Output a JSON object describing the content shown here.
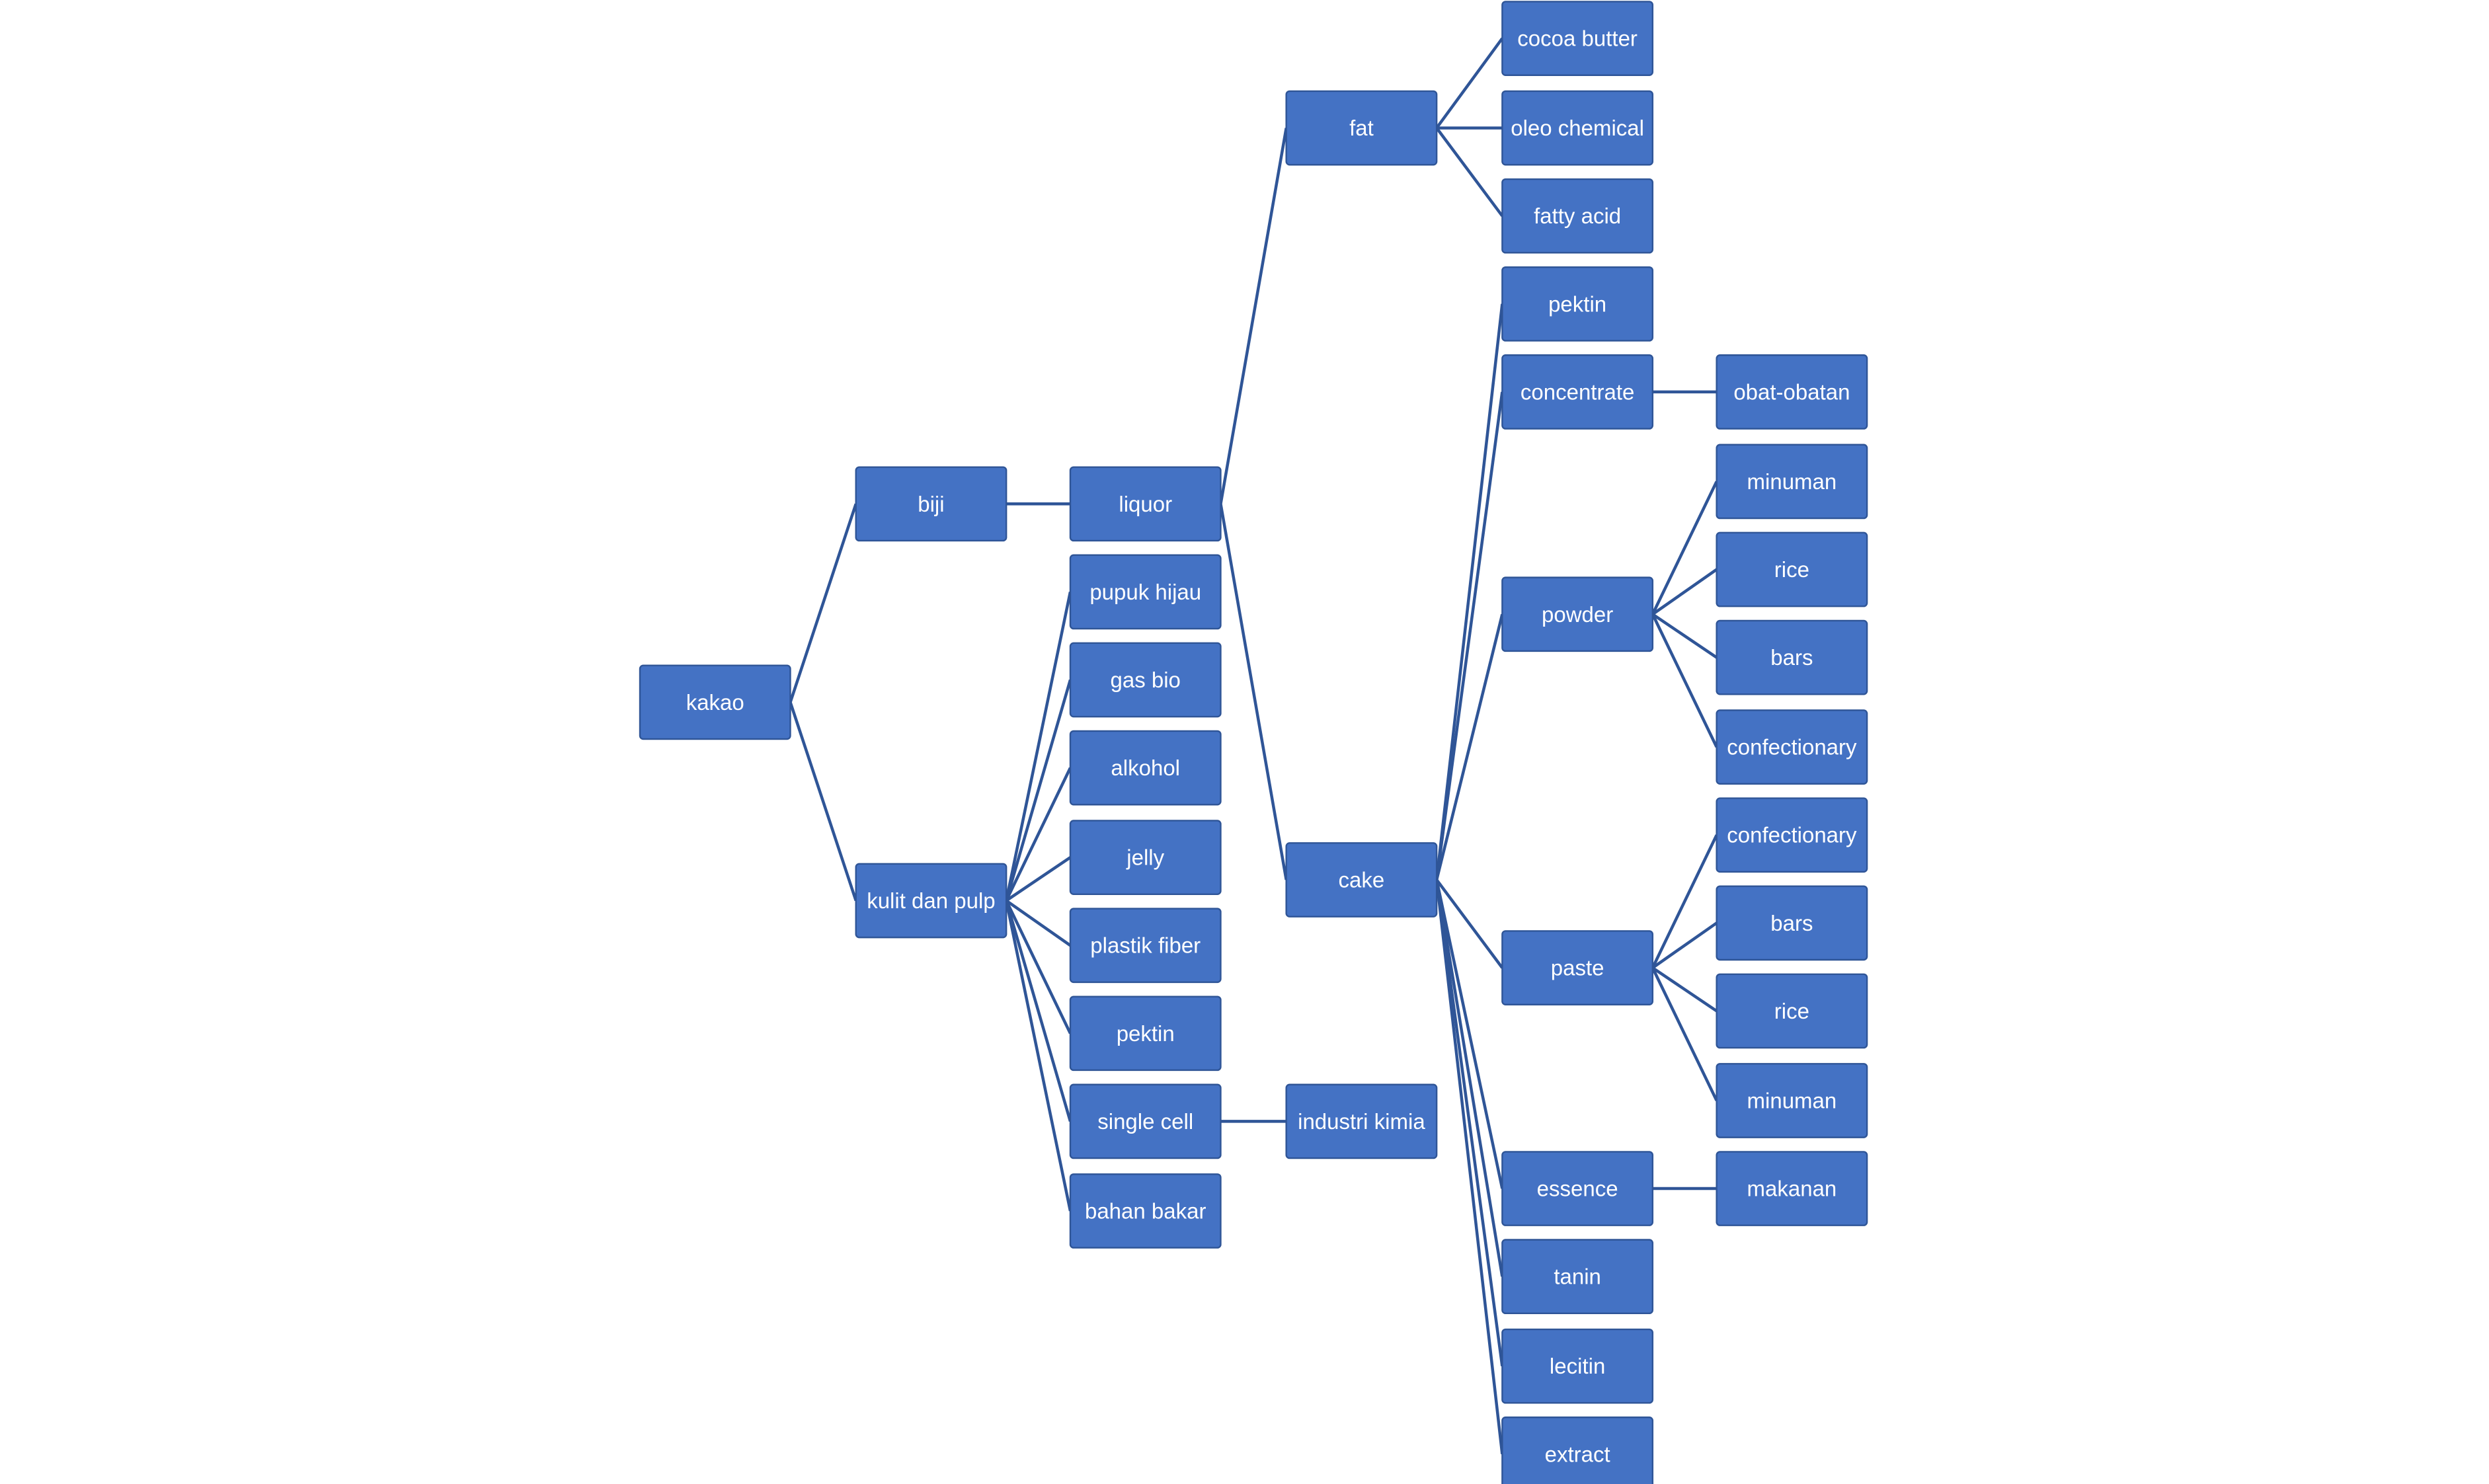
{
  "colors": {
    "node_fill": "#4472C4",
    "node_border": "#2F5597",
    "connector": "#2F5597",
    "text": "#FFFFFF",
    "background": "#FFFFFF"
  },
  "diagram": {
    "type": "hierarchy",
    "nodes": {
      "kakao": "kakao",
      "biji": "biji",
      "kulit": "kulit dan pulp",
      "liquor": "liquor",
      "pupuk": "pupuk hijau",
      "gasbio": "gas bio",
      "alkohol": "alkohol",
      "jelly": "jelly",
      "plastik": "plastik fiber",
      "pektin1": "pektin",
      "singlecell": "single cell",
      "bahanbakar": "bahan bakar",
      "fat": "fat",
      "cake": "cake",
      "industri": "industri kimia",
      "cocoabutter": "cocoa butter",
      "oleo": "oleo chemical",
      "fattyacid": "fatty acid",
      "pektin2": "pektin",
      "concentrate": "concentrate",
      "powder": "powder",
      "paste": "paste",
      "essence": "essence",
      "tanin": "tanin",
      "lecitin": "lecitin",
      "extract": "extract",
      "obat": "obat-obatan",
      "minuman1": "minuman",
      "rice1": "rice",
      "bars1": "bars",
      "confectionary1": "confectionary",
      "confectionary2": "confectionary",
      "bars2": "bars",
      "rice2": "rice",
      "minuman2": "minuman",
      "makanan": "makanan"
    },
    "edges": [
      [
        "kakao",
        "biji"
      ],
      [
        "kakao",
        "kulit"
      ],
      [
        "biji",
        "liquor"
      ],
      [
        "kulit",
        "pupuk"
      ],
      [
        "kulit",
        "gasbio"
      ],
      [
        "kulit",
        "alkohol"
      ],
      [
        "kulit",
        "jelly"
      ],
      [
        "kulit",
        "plastik"
      ],
      [
        "kulit",
        "pektin1"
      ],
      [
        "kulit",
        "singlecell"
      ],
      [
        "kulit",
        "bahanbakar"
      ],
      [
        "liquor",
        "fat"
      ],
      [
        "liquor",
        "cake"
      ],
      [
        "singlecell",
        "industri"
      ],
      [
        "fat",
        "cocoabutter"
      ],
      [
        "fat",
        "oleo"
      ],
      [
        "fat",
        "fattyacid"
      ],
      [
        "cake",
        "pektin2"
      ],
      [
        "cake",
        "concentrate"
      ],
      [
        "cake",
        "powder"
      ],
      [
        "cake",
        "paste"
      ],
      [
        "cake",
        "essence"
      ],
      [
        "cake",
        "tanin"
      ],
      [
        "cake",
        "lecitin"
      ],
      [
        "cake",
        "extract"
      ],
      [
        "concentrate",
        "obat"
      ],
      [
        "powder",
        "minuman1"
      ],
      [
        "powder",
        "rice1"
      ],
      [
        "powder",
        "bars1"
      ],
      [
        "powder",
        "confectionary1"
      ],
      [
        "paste",
        "confectionary2"
      ],
      [
        "paste",
        "bars2"
      ],
      [
        "paste",
        "rice2"
      ],
      [
        "paste",
        "minuman2"
      ],
      [
        "essence",
        "makanan"
      ]
    ]
  }
}
